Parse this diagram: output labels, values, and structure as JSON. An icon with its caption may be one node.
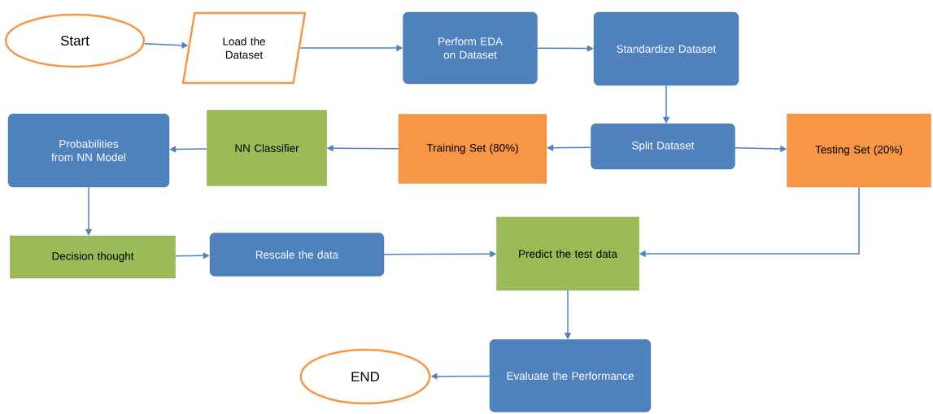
{
  "diagram": {
    "nodes": [
      {
        "text": [
          "Start"
        ]
      },
      {
        "text": [
          "Load the Dataset"
        ]
      },
      {
        "text": [
          "Perform EDA on Dataset"
        ]
      },
      {
        "text": [
          "Standardize Dataset"
        ]
      },
      {
        "text": [
          "Probabilities from NN Model"
        ]
      },
      {
        "text": [
          "NN Classifier"
        ]
      },
      {
        "text": [
          "Training Set (80%)"
        ]
      },
      {
        "text": [
          "Split Dataset"
        ]
      },
      {
        "text": [
          "Testing Set (20%)"
        ]
      },
      {
        "text": [
          "Decision thought"
        ]
      },
      {
        "text": [
          "Rescale the data"
        ]
      },
      {
        "text": [
          "Predict the test data"
        ]
      },
      {
        "text": [
          "END"
        ]
      },
      {
        "text": [
          "Evaluate the Performance"
        ]
      }
    ],
    "edges": [
      {
        "from": 0,
        "to": 1,
        "arrow": "to"
      },
      {
        "from": 1,
        "to": 2,
        "arrow": "to"
      },
      {
        "from": 2,
        "to": 3,
        "arrow": "to"
      },
      {
        "from": 3,
        "to": 7,
        "arrow": "to"
      },
      {
        "from": 7,
        "to": 6,
        "arrow": "to"
      },
      {
        "from": 7,
        "to": 8,
        "arrow": "to"
      },
      {
        "from": 6,
        "to": 5,
        "arrow": "to"
      },
      {
        "from": 5,
        "to": 4,
        "arrow": "to"
      },
      {
        "from": 4,
        "to": 9,
        "arrow": "to"
      },
      {
        "from": 9,
        "to": 10,
        "arrow": "to"
      },
      {
        "from": 10,
        "to": 11,
        "arrow": "to"
      },
      {
        "from": 8,
        "to": 11,
        "arrow": "to"
      },
      {
        "from": 11,
        "to": 13,
        "arrow": "to"
      },
      {
        "from": 13,
        "to": 12,
        "arrow": "to"
      }
    ]
  }
}
